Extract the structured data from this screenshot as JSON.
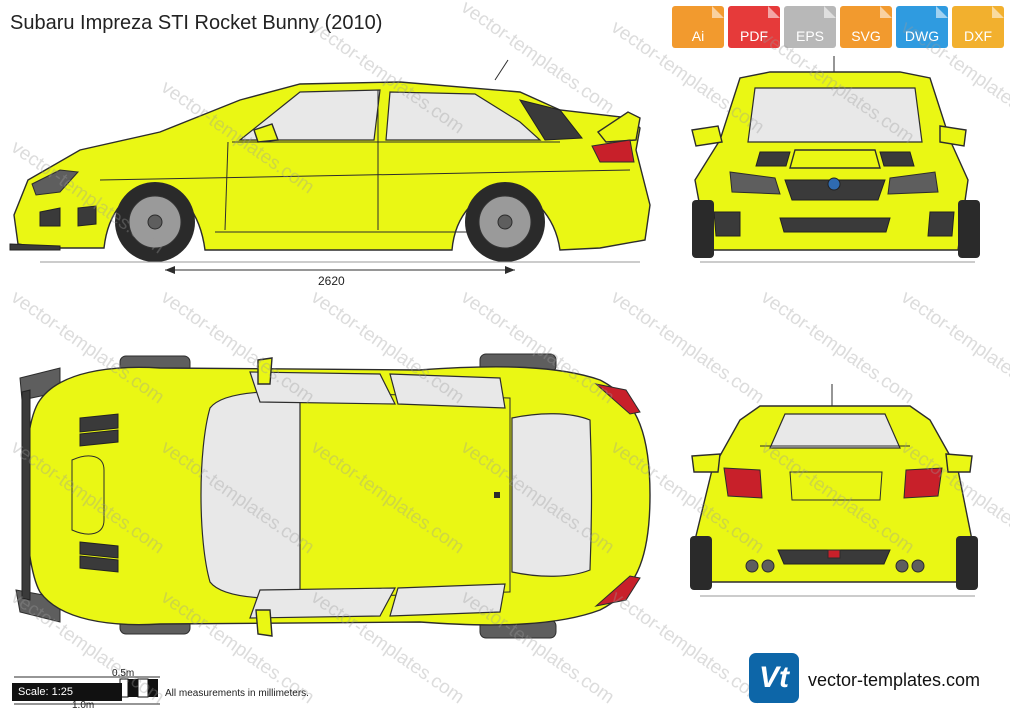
{
  "title": "Subaru Impreza STI Rocket Bunny (2010)",
  "formats": [
    {
      "label": "Ai",
      "color": "#f29a2e"
    },
    {
      "label": "PDF",
      "color": "#e63a3a"
    },
    {
      "label": "EPS",
      "color": "#b8b8b8"
    },
    {
      "label": "SVG",
      "color": "#f29a2e"
    },
    {
      "label": "DWG",
      "color": "#2f9be0"
    },
    {
      "label": "DXF",
      "color": "#f2b02e"
    }
  ],
  "dimension": {
    "wheelbase": "2620"
  },
  "scale": {
    "label": "Scale: 1:25",
    "half_meter": "0.5m",
    "one_meter": "1.0m"
  },
  "note": "All measurements in millimeters.",
  "brand": {
    "logo_text": "Vt",
    "site": "vector-templates.com"
  },
  "watermark": "vector-templates.com",
  "colors": {
    "body": "#eaf714",
    "outline": "#2c2c2c",
    "glass": "#e8e8e8",
    "trim": "#5e5e5e"
  }
}
